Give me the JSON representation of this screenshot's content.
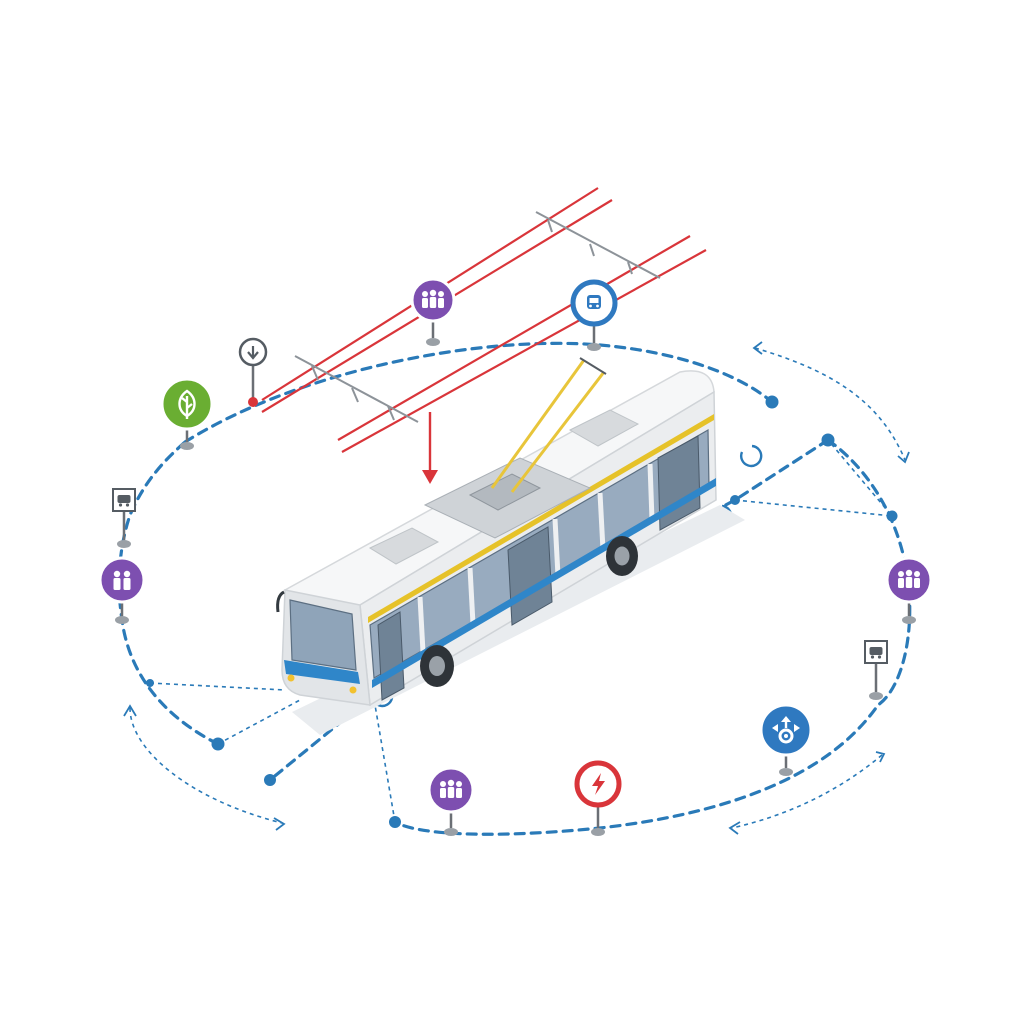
{
  "colors": {
    "route": "#2a7ab8",
    "wire": "#d9353a",
    "pole": "#e8c53a",
    "bus_body": "#f1f2f3",
    "bus_stripe_blue": "#2f86c9",
    "bus_stripe_yellow": "#e6c229",
    "window": "#8fa4b9",
    "purple": "#7d4fb0",
    "green": "#6aae32",
    "blue": "#2f79c0",
    "red": "#d9353a",
    "grey": "#555c63"
  },
  "icons": [
    {
      "name": "people-icon",
      "variant": "purple"
    },
    {
      "name": "bus-stop-icon",
      "variant": "blue-ring"
    },
    {
      "name": "download-icon",
      "variant": "grey-ring"
    },
    {
      "name": "leaf-icon",
      "variant": "green"
    },
    {
      "name": "bus-sign-icon",
      "variant": "sign"
    },
    {
      "name": "people-icon",
      "variant": "purple"
    },
    {
      "name": "people-icon",
      "variant": "purple"
    },
    {
      "name": "bus-sign-icon",
      "variant": "sign"
    },
    {
      "name": "people-icon",
      "variant": "purple"
    },
    {
      "name": "power-icon",
      "variant": "red-ring"
    },
    {
      "name": "network-gear-icon",
      "variant": "blue"
    }
  ]
}
